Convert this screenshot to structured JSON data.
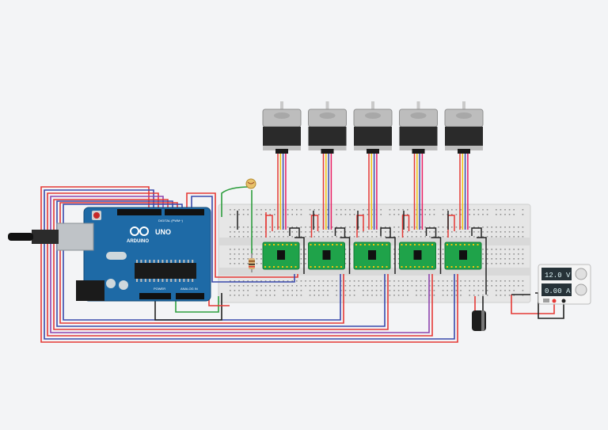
{
  "arduino": {
    "brand": "ARDUINO",
    "model": "UNO",
    "digital_label": "DIGITAL (PWM~)",
    "power_label": "POWER",
    "analog_label": "ANALOG IN"
  },
  "power_supply": {
    "voltage": "12.0 V",
    "current": "0.00 A"
  },
  "motor_count": 5,
  "colors": {
    "background": "#f3f4f6",
    "arduino_blue": "#1e6aa6",
    "breadboard": "#e6e6e6",
    "driver_green": "#1fa34a",
    "wire_red": "#e53935",
    "wire_blue": "#3949ab",
    "wire_purple": "#8e44ad",
    "wire_black": "#222222",
    "wire_green": "#2e9e3e"
  },
  "icons": [
    "usb-connector-icon",
    "barrel-jack-icon",
    "capacitor-icon",
    "resistor-icon",
    "photoresistor-icon",
    "stepper-motor-icon"
  ]
}
